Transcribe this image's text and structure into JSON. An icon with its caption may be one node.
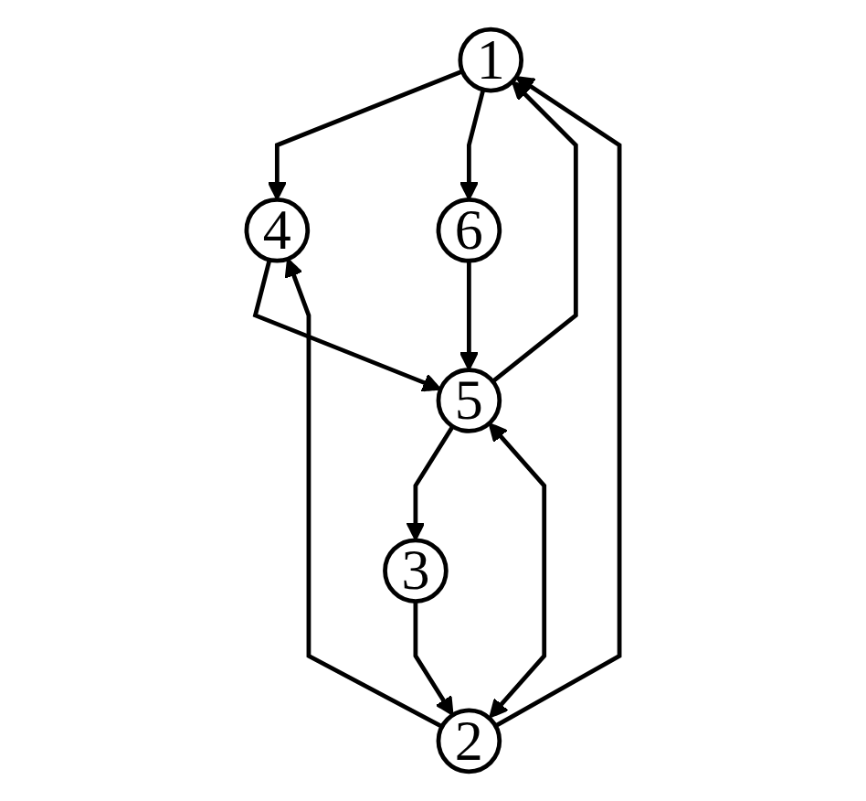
{
  "diagram": {
    "nodes": [
      {
        "text": [
          "1"
        ]
      },
      {
        "text": [
          "2"
        ]
      },
      {
        "text": [
          "3"
        ]
      },
      {
        "text": [
          "4"
        ]
      },
      {
        "text": [
          "5"
        ]
      },
      {
        "text": [
          "6"
        ]
      }
    ],
    "edges": [
      {
        "from": 1,
        "to": 0,
        "arrow": "to"
      },
      {
        "from": 0,
        "to": 3,
        "arrow": "to"
      },
      {
        "from": 0,
        "to": 5,
        "arrow": "to"
      },
      {
        "from": 1,
        "to": 3,
        "arrow": "to"
      },
      {
        "from": 2,
        "to": 1,
        "arrow": "to"
      },
      {
        "from": 4,
        "to": 0,
        "arrow": "to"
      },
      {
        "from": 1,
        "to": 4,
        "arrow": "both"
      },
      {
        "from": 3,
        "to": 4,
        "arrow": "to"
      },
      {
        "from": 5,
        "to": 4,
        "arrow": "to"
      },
      {
        "from": 4,
        "to": 2,
        "arrow": "to"
      }
    ]
  }
}
